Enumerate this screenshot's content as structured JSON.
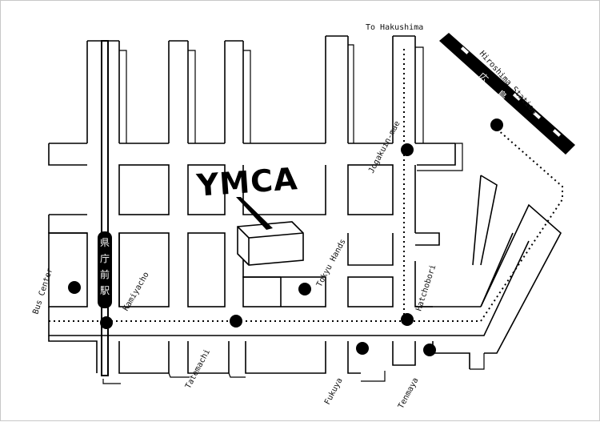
{
  "title": "YMCA",
  "labels": {
    "to_hakushima": "To Hakushima",
    "hiroshima_station": "Hiroshima Station",
    "station_kanji_1": "広",
    "station_kanji_2": "島",
    "jogakuin_mae": "Jogakuin-mae",
    "tokyu_hands": "Tokyu Hands",
    "hatchobori": "Hatchobori",
    "bus_center": "Bus Center",
    "kamiyacho": "Kamiyacho",
    "tatemachi": "Tatemachi",
    "fukuya": "Fukuya",
    "tenmaya": "Tenmaya",
    "kencho_1": "県",
    "kencho_2": "庁",
    "kencho_3": "前",
    "kencho_4": "駅"
  },
  "colors": {
    "ink": "#000000",
    "paper": "#ffffff",
    "frame": "#c8c8c8"
  },
  "icons": [
    "stop-dot",
    "ymca-building",
    "railway-track",
    "streetcar-route"
  ]
}
